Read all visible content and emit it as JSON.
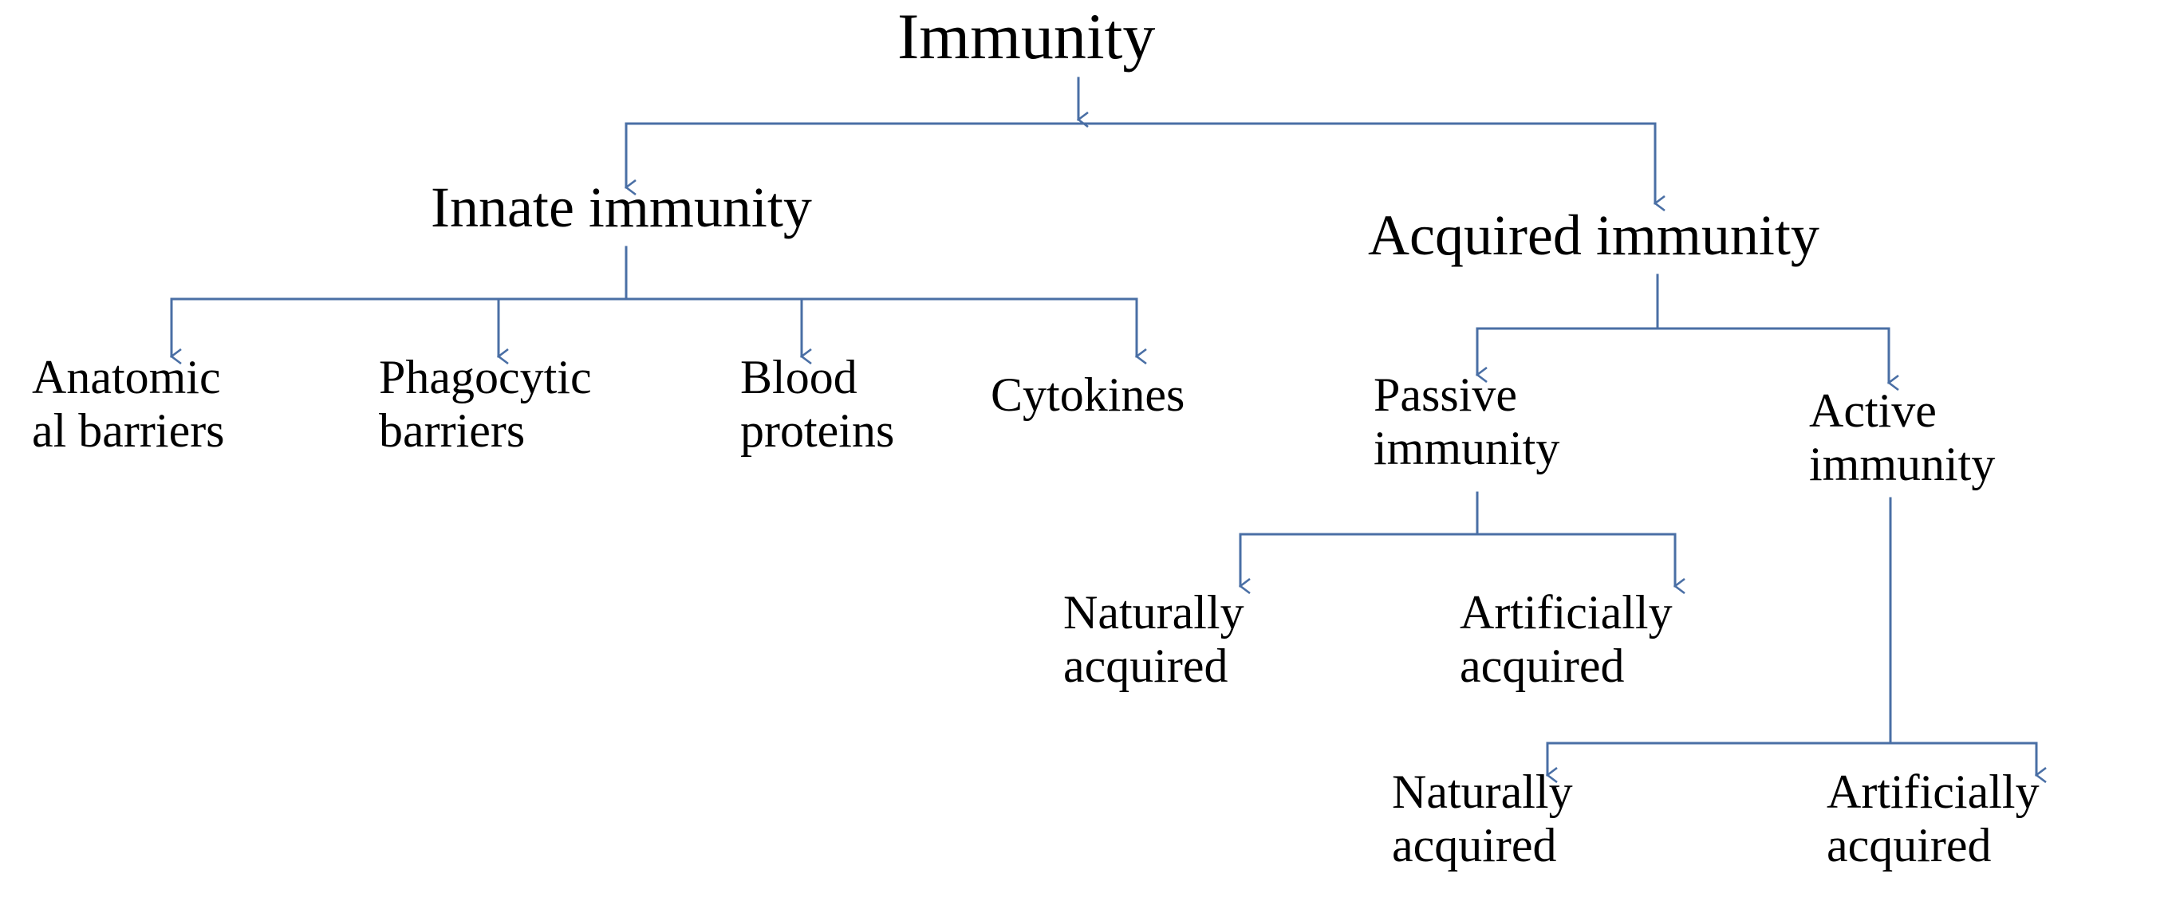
{
  "diagram": {
    "line_color": "#4a6fa5",
    "root": {
      "label": "Immunity"
    },
    "innate": {
      "label": "Innate immunity",
      "children": [
        {
          "line1": "Anatomic",
          "line2": "al barriers"
        },
        {
          "line1": "Phagocytic",
          "line2": "barriers"
        },
        {
          "line1": "Blood",
          "line2": "proteins"
        },
        {
          "line1": "Cytokines"
        }
      ]
    },
    "acquired": {
      "label": "Acquired immunity",
      "passive": {
        "line1": "Passive",
        "line2": "immunity",
        "children": [
          {
            "line1": "Naturally",
            "line2": "acquired"
          },
          {
            "line1": "Artificially",
            "line2": "acquired"
          }
        ]
      },
      "active": {
        "line1": "Active",
        "line2": "immunity",
        "children": [
          {
            "line1": "Naturally",
            "line2": "acquired"
          },
          {
            "line1": "Artificially",
            "line2": "acquired"
          }
        ]
      }
    }
  }
}
